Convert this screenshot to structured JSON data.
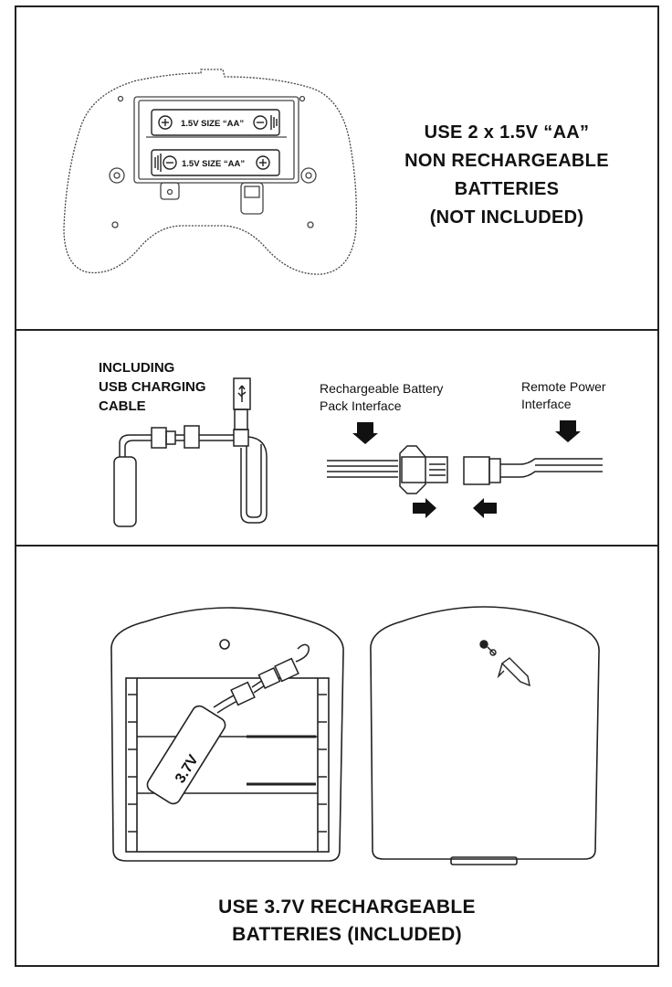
{
  "panel1": {
    "heading_lines": [
      "USE 2 x 1.5V “AA”",
      "NON RECHARGEABLE",
      "BATTERIES",
      "(NOT INCLUDED)"
    ],
    "battery_label": "1.5V SIZE “AA”"
  },
  "panel2": {
    "usb_label_lines": [
      "INCLUDING",
      "USB CHARGING",
      "CABLE"
    ],
    "interface_left_lines": [
      "Rechargeable Battery",
      "Pack Interface"
    ],
    "interface_right_lines": [
      "Remote Power",
      "Interface"
    ]
  },
  "panel3": {
    "battery_pack_label": "3.7V",
    "heading_lines": [
      "USE 3.7V RECHARGEABLE",
      "BATTERIES (INCLUDED)"
    ]
  }
}
